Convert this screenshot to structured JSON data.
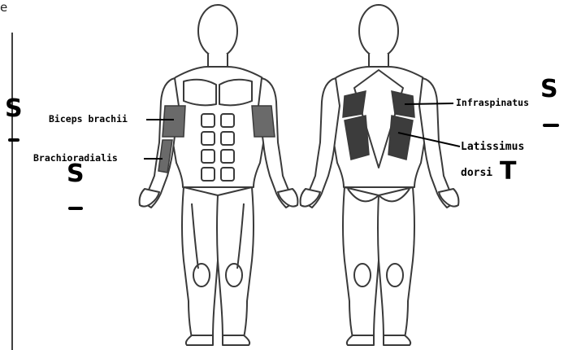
{
  "labels": {
    "biceps": "Biceps brachii",
    "brachioradialis": "Brachioradialis",
    "infraspinatus": "Infraspinatus",
    "latissimus_1": "Latissimus",
    "latissimus_2": "dorsi"
  },
  "marks": {
    "s_left_top": "S",
    "s_left_mid": "S",
    "s_right": "S",
    "t_right": "T"
  },
  "edge_text": "e",
  "colors": {
    "outline": "#3a3a3a",
    "biceps_fill": "#6a6a6a",
    "back_fill": "#3c3c3c",
    "body_fill": "#ffffff"
  }
}
